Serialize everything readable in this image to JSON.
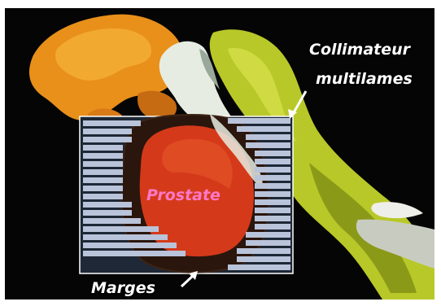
{
  "labels": {
    "collimator_line1": "Collimateur",
    "collimator_line2": "multilames",
    "organ": "Prostate",
    "margins": "Marges"
  },
  "colors": {
    "background": "#050505",
    "frame": "#ffffff",
    "leaf": "#b9c3d9",
    "leaf_field": "#1e2836",
    "prostate": "#d43a1a",
    "margin_zone": "#2a160d",
    "bone_orange": "#e8901a",
    "soft_tissue_green": "#b8c828",
    "organ_label": "#ff78c8",
    "annotation_text": "#ffffff"
  },
  "collimator": {
    "left_bank_leaf_extension": [
      3,
      2,
      2,
      1,
      1,
      1,
      1,
      1,
      1,
      1,
      2,
      2,
      3,
      5,
      6,
      7,
      8
    ],
    "right_bank_leaf_extension": [
      5,
      4,
      3,
      3,
      2,
      2,
      2,
      2,
      2,
      2,
      2,
      2,
      2,
      2,
      3,
      3,
      4,
      4,
      5
    ]
  }
}
